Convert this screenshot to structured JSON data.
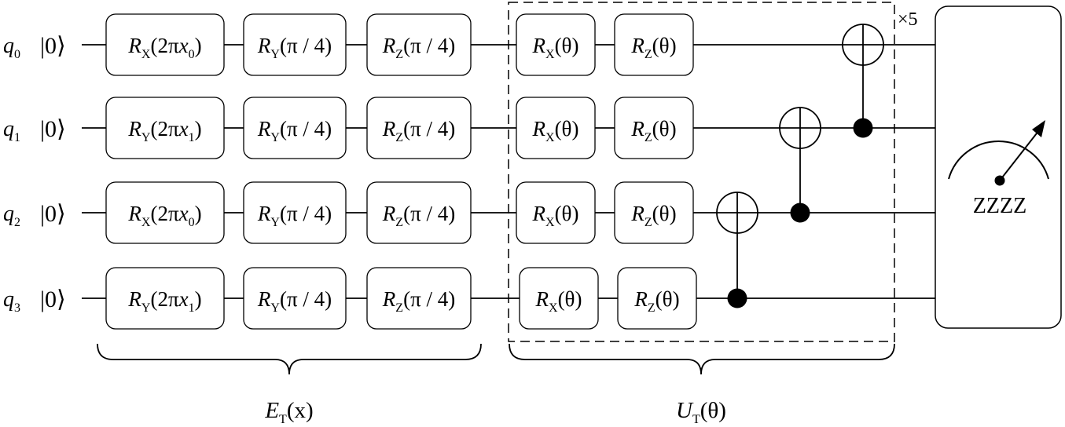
{
  "qubits": [
    {
      "base": "q",
      "sub": "0",
      "ket": "|0⟩"
    },
    {
      "base": "q",
      "sub": "1",
      "ket": "|0⟩"
    },
    {
      "base": "q",
      "sub": "2",
      "ket": "|0⟩"
    },
    {
      "base": "q",
      "sub": "3",
      "ket": "|0⟩"
    }
  ],
  "encoding_gates": [
    [
      {
        "r": "R",
        "axis": "X",
        "arg_pre": "(2π",
        "var": "x",
        "var_sub": "0",
        "arg_post": ")"
      },
      {
        "r": "R",
        "axis": "Y",
        "arg_pre": "(π / 4)",
        "var": "",
        "var_sub": "",
        "arg_post": ""
      },
      {
        "r": "R",
        "axis": "Z",
        "arg_pre": "(π / 4)",
        "var": "",
        "var_sub": "",
        "arg_post": ""
      }
    ],
    [
      {
        "r": "R",
        "axis": "Y",
        "arg_pre": "(2π",
        "var": "x",
        "var_sub": "1",
        "arg_post": ")"
      },
      {
        "r": "R",
        "axis": "Y",
        "arg_pre": "(π / 4)",
        "var": "",
        "var_sub": "",
        "arg_post": ""
      },
      {
        "r": "R",
        "axis": "Z",
        "arg_pre": "(π / 4)",
        "var": "",
        "var_sub": "",
        "arg_post": ""
      }
    ],
    [
      {
        "r": "R",
        "axis": "X",
        "arg_pre": "(2π",
        "var": "x",
        "var_sub": "0",
        "arg_post": ")"
      },
      {
        "r": "R",
        "axis": "Y",
        "arg_pre": "(π / 4)",
        "var": "",
        "var_sub": "",
        "arg_post": ""
      },
      {
        "r": "R",
        "axis": "Z",
        "arg_pre": "(π / 4)",
        "var": "",
        "var_sub": "",
        "arg_post": ""
      }
    ],
    [
      {
        "r": "R",
        "axis": "Y",
        "arg_pre": "(2π",
        "var": "x",
        "var_sub": "1",
        "arg_post": ")"
      },
      {
        "r": "R",
        "axis": "Y",
        "arg_pre": "(π / 4)",
        "var": "",
        "var_sub": "",
        "arg_post": ""
      },
      {
        "r": "R",
        "axis": "Z",
        "arg_pre": "(π / 4)",
        "var": "",
        "var_sub": "",
        "arg_post": ""
      }
    ]
  ],
  "ansatz_gates": [
    [
      {
        "r": "R",
        "axis": "X",
        "arg": "(θ)"
      },
      {
        "r": "R",
        "axis": "Z",
        "arg": "(θ)"
      }
    ],
    [
      {
        "r": "R",
        "axis": "X",
        "arg": "(θ)"
      },
      {
        "r": "R",
        "axis": "Z",
        "arg": "(θ)"
      }
    ],
    [
      {
        "r": "R",
        "axis": "X",
        "arg": "(θ)"
      },
      {
        "r": "R",
        "axis": "Z",
        "arg": "(θ)"
      }
    ],
    [
      {
        "r": "R",
        "axis": "X",
        "arg": "(θ)"
      },
      {
        "r": "R",
        "axis": "Z",
        "arg": "(θ)"
      }
    ]
  ],
  "cnots": [
    {
      "control": 3,
      "target": 2
    },
    {
      "control": 2,
      "target": 1
    },
    {
      "control": 1,
      "target": 0
    }
  ],
  "repeat_label": "×5",
  "measurement": {
    "observable": "ZZZZ"
  },
  "brace_labels": {
    "encoding": {
      "base": "E",
      "sub": "T",
      "arg": "(x)"
    },
    "ansatz": {
      "base": "U",
      "sub": "T",
      "arg": "(θ)"
    }
  }
}
